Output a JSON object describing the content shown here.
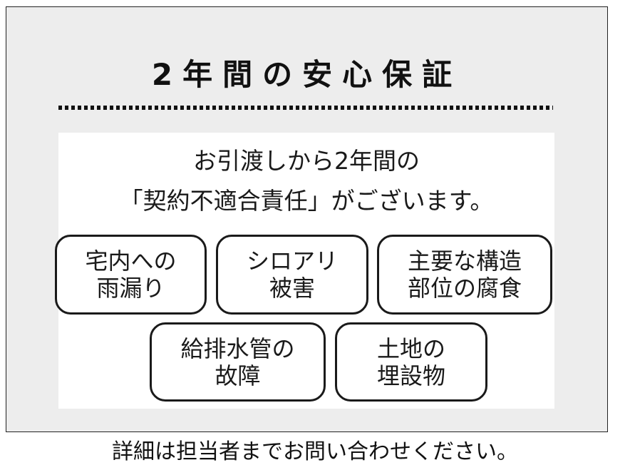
{
  "title": "2年間の安心保証",
  "intro": {
    "line1": "お引渡しから2年間の",
    "line2": "「契約不適合責任」がございます。"
  },
  "items": [
    {
      "line1": "宅内への",
      "line2": "雨漏り"
    },
    {
      "line1": "シロアリ",
      "line2": "被害"
    },
    {
      "line1": "主要な構造",
      "line2": "部位の腐食"
    },
    {
      "line1": "給排水管の",
      "line2": "故障"
    },
    {
      "line1": "土地の",
      "line2": "埋設物"
    }
  ],
  "footer": "詳細は担当者までお問い合わせください。",
  "colors": {
    "card_background": "#ededed",
    "panel_background": "#ffffff",
    "text": "#111111",
    "border": "#1a1a1a"
  }
}
